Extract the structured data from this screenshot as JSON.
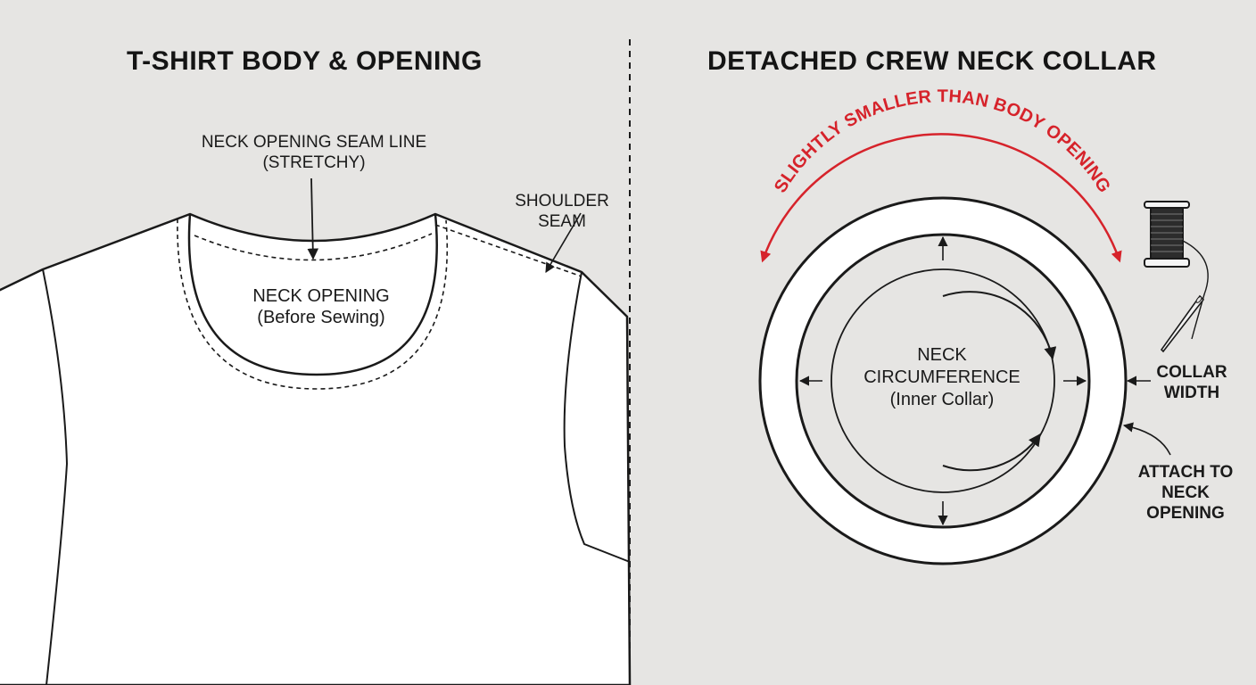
{
  "left_panel": {
    "title": "T-SHIRT BODY & OPENING",
    "seam_line_label": [
      "NECK OPENING SEAM LINE",
      "(STRETCHY)"
    ],
    "shoulder_seam_label": [
      "SHOULDER",
      "SEAM"
    ],
    "neck_opening_label": [
      "NECK OPENING",
      "(Before Sewing)"
    ]
  },
  "right_panel": {
    "title": "DETACHED CREW NECK COLLAR",
    "arc_label": "SLIGHTLY SMALLER THAN BODY OPENING",
    "circumference_label": [
      "NECK",
      "CIRCUMFERENCE",
      "(Inner Collar)"
    ],
    "collar_width_label": [
      "COLLAR",
      "WIDTH"
    ],
    "attach_label": [
      "ATTACH TO",
      "NECK",
      "OPENING"
    ]
  },
  "icons": [
    "thread-spool-icon",
    "sewing-needle-icon"
  ],
  "colors": {
    "background": "#e6e5e3",
    "garment_fill": "#ffffff",
    "line": "#1a1a1a",
    "accent_red": "#d6232b"
  }
}
